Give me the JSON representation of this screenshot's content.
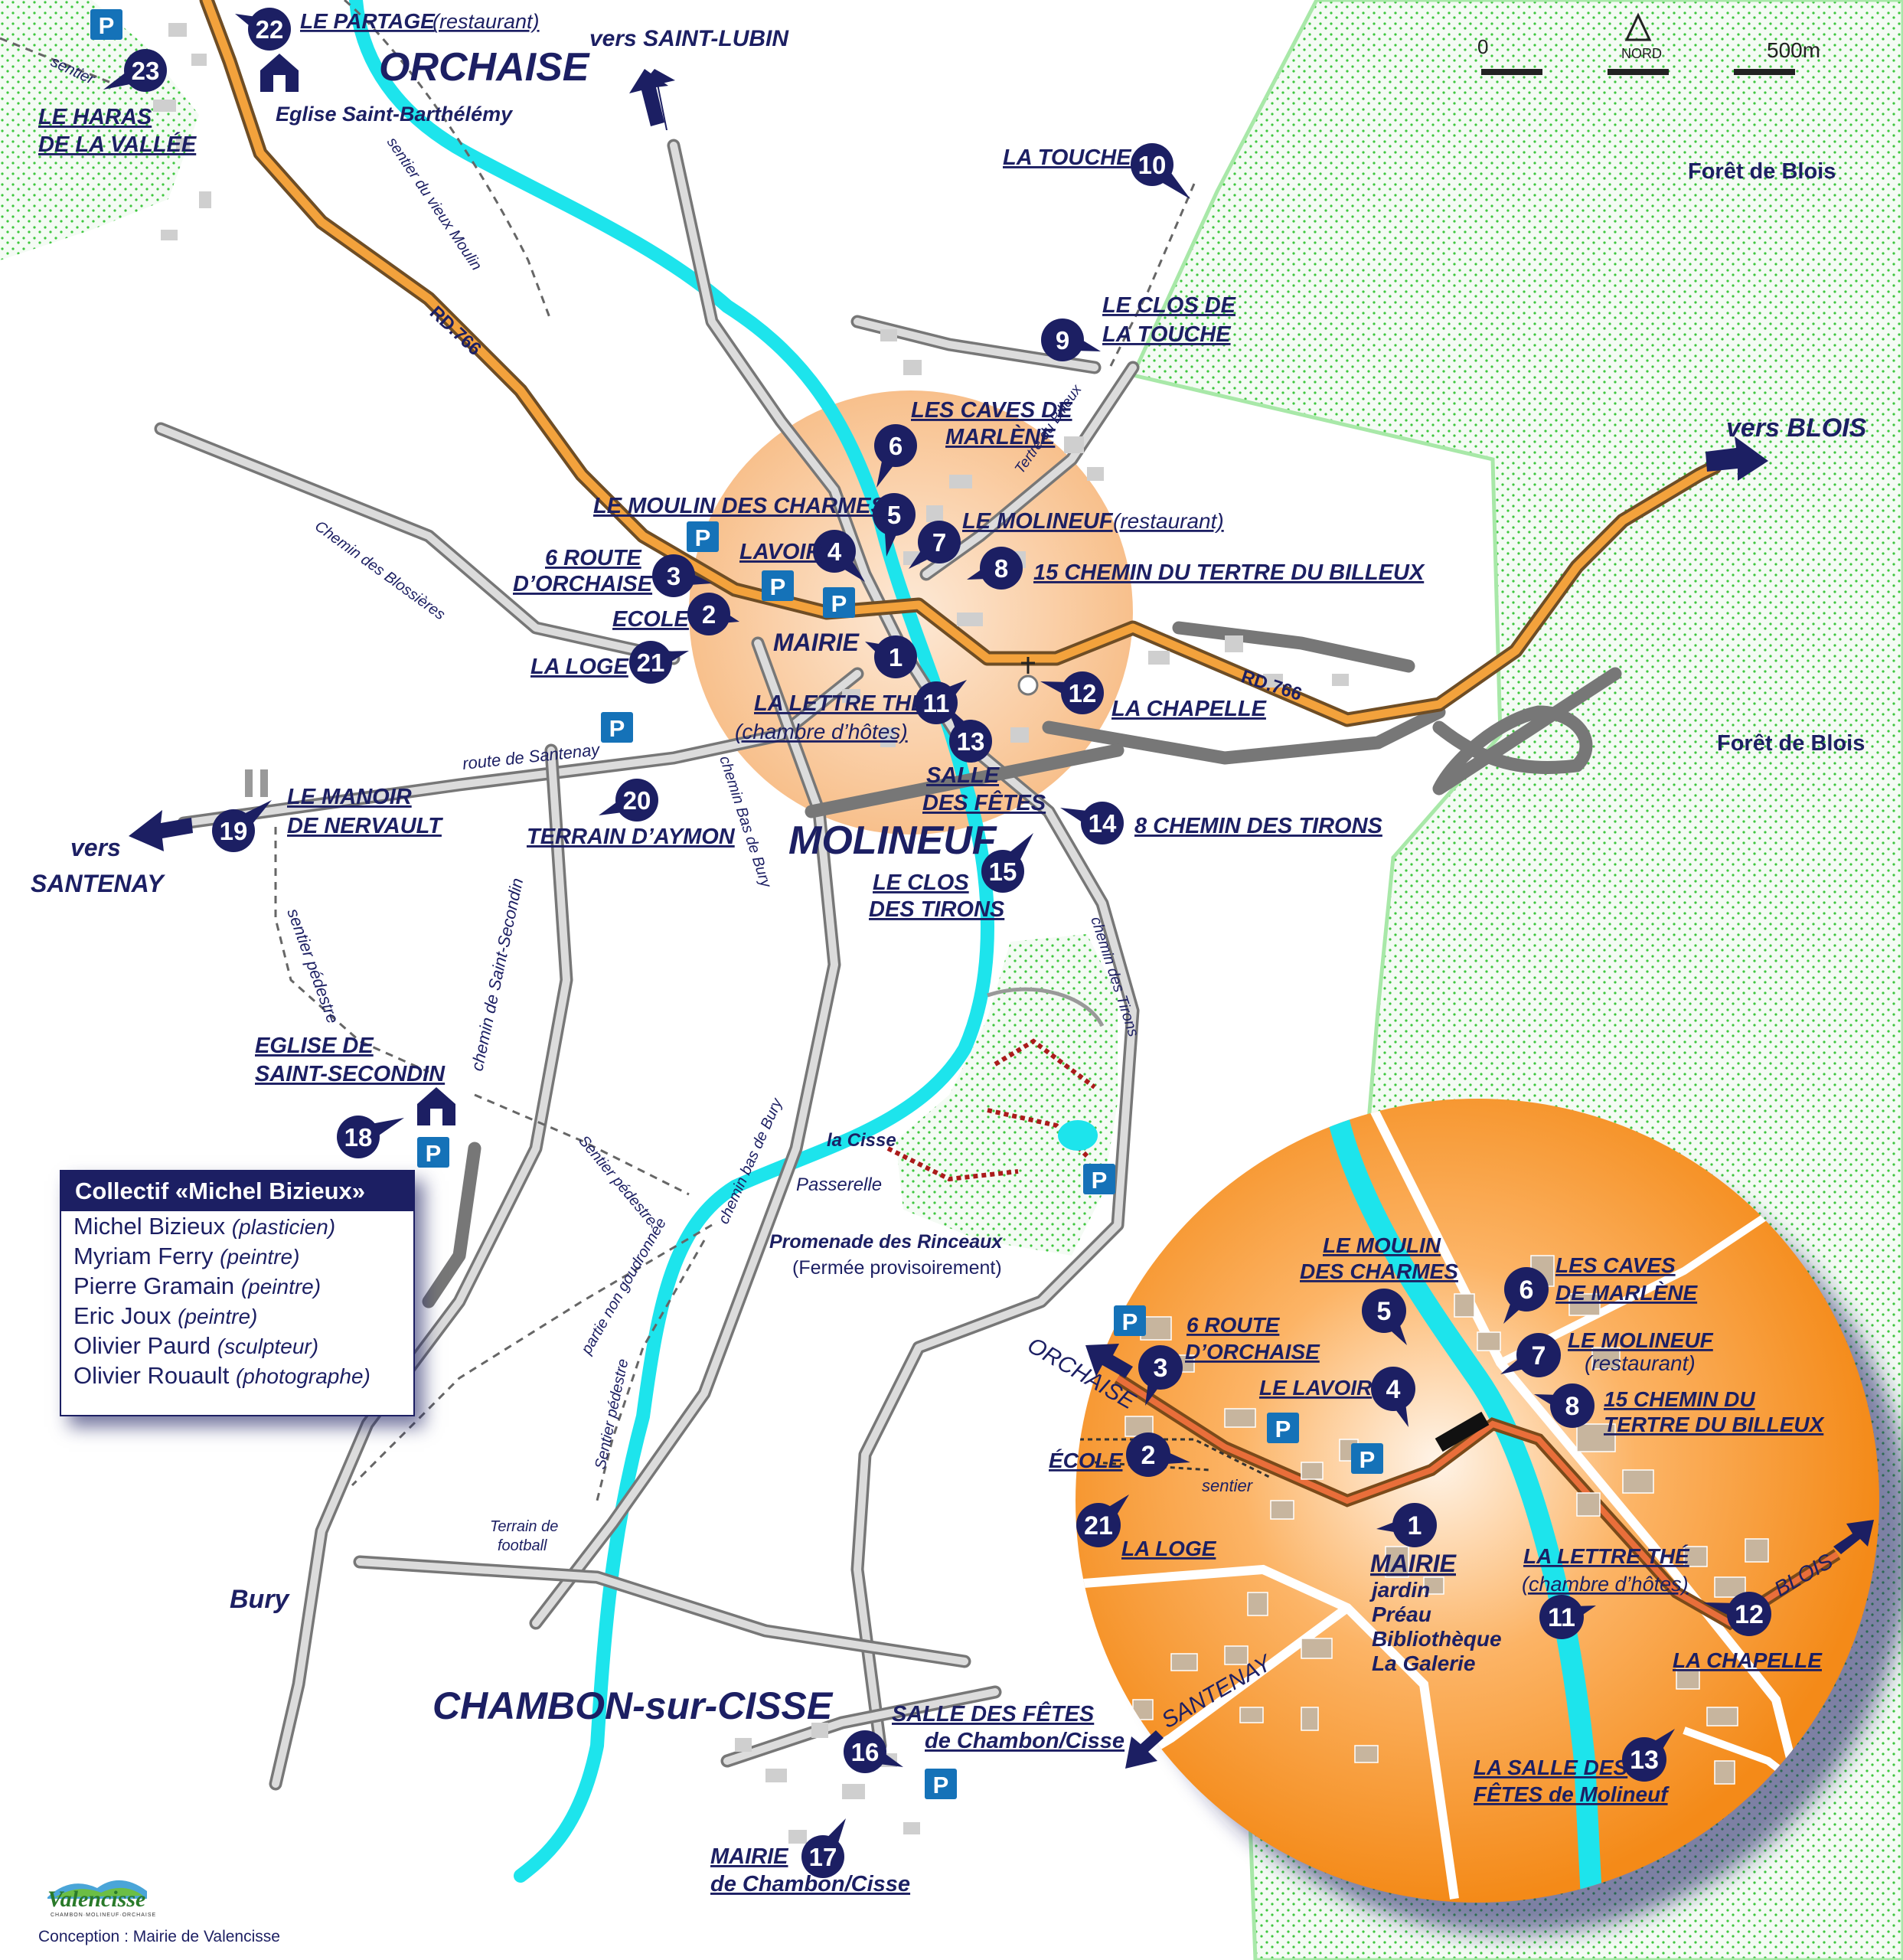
{
  "colors": {
    "navy": "#1c1f63",
    "river": "#1de4ec",
    "forest": "#3ec63e",
    "rd_road": "#f3a23c",
    "zoom_orange": "#f7901e",
    "halo": "#f9c99c",
    "parking": "#1572b8"
  },
  "towns": {
    "orchaise": "ORCHAISE",
    "molineuf": "MOLINEUF",
    "chambon": "CHAMBON-sur-CISSE",
    "bury": "Bury"
  },
  "directions": {
    "saint_lubin": "vers SAINT-LUBIN",
    "blois": "vers BLOIS",
    "santenay_1": "vers",
    "santenay_2": "SANTENAY"
  },
  "forest": {
    "label_1": "Forêt de Blois",
    "label_2": "Forêt de Blois"
  },
  "scale": {
    "zero": "0",
    "north": "NORD",
    "max": "500m"
  },
  "roads": {
    "rd766_a": "RD.766",
    "rd766_b": "RD.766",
    "route_santenay": "route de Santenay",
    "chemin_blossieres": "Chemin des Blossières",
    "sentier_moulin": "sentier du vieux Moulin",
    "sentier_top": "sentier",
    "tertre_billeux": "Tertre du Billeux",
    "chemin_bas_bury_1": "chemin Bas de Bury",
    "chemin_bas_bury_2": "chemin bas de Bury",
    "chemin_tirons": "chemin des Tirons",
    "chemin_st_secondin": "chemin de Saint-Secondin",
    "sentier_pedestre_1": "sentier pédestre",
    "sentier_pedestre_2": "Sentier pédestre",
    "sentier_pedestre_3": "Sentier pédestre",
    "non_goudronnee": "partie non goudronnée",
    "terrain_football_1": "Terrain de",
    "terrain_football_2": "football"
  },
  "river": {
    "la_cisse": "la Cisse",
    "passerelle": "Passerelle",
    "promenade": "Promenade des Rinceaux",
    "promenade_note": "(Fermée provisoirement)"
  },
  "places": [
    {
      "n": "1",
      "label": "MAIRIE"
    },
    {
      "n": "2",
      "label": "ECOLE"
    },
    {
      "n": "3",
      "label": "6  ROUTE",
      "label2": "D’ORCHAISE"
    },
    {
      "n": "4",
      "label": "LAVOIR"
    },
    {
      "n": "5",
      "label": "LE MOULIN DES CHARMES"
    },
    {
      "n": "6",
      "label": "LES CAVES DE",
      "label2": "MARLÈNE"
    },
    {
      "n": "7",
      "label": "LE MOLINEUF",
      "label_note": "(restaurant)"
    },
    {
      "n": "8",
      "label": "15 CHEMIN DU TERTRE DU BILLEUX"
    },
    {
      "n": "9",
      "label": "LE CLOS DE",
      "label2": "LA TOUCHE"
    },
    {
      "n": "10",
      "label": "LA TOUCHE"
    },
    {
      "n": "11",
      "label": "LA LETTRE THÉ",
      "label_note": "(chambre d’hôtes)"
    },
    {
      "n": "12",
      "label": "LA CHAPELLE"
    },
    {
      "n": "13",
      "label": "SALLE",
      "label2": "DES FÊTES"
    },
    {
      "n": "14",
      "label": "8 CHEMIN DES TIRONS"
    },
    {
      "n": "15",
      "label": "LE CLOS",
      "label2": "DES TIRONS"
    },
    {
      "n": "16",
      "label": "SALLE DES FÊTES",
      "label2": "de Chambon/Cisse"
    },
    {
      "n": "17",
      "label": "MAIRIE",
      "label2": "de Chambon/Cisse"
    },
    {
      "n": "18",
      "label": "EGLISE DE",
      "label2": "SAINT-SECONDIN"
    },
    {
      "n": "19",
      "label": "LE MANOIR",
      "label2": "DE NERVAULT"
    },
    {
      "n": "20",
      "label": "TERRAIN D’AYMON"
    },
    {
      "n": "21",
      "label": "LA LOGE"
    },
    {
      "n": "22",
      "label": "LE PARTAGE",
      "label_note": "(restaurant)"
    },
    {
      "n": "23",
      "label": "LE HARAS",
      "label2": "DE LA VALLÉE"
    }
  ],
  "church_orchaise": "Eglise Saint-Barthélémy",
  "parking_label": "P",
  "inset": {
    "orchaise": "ORCHAISE",
    "santenay": "SANTENAY",
    "blois": "BLOIS",
    "sentier": "sentier",
    "p5_1": "LE MOULIN",
    "p5_2": "DES CHARMES",
    "p6_1": "LES CAVES",
    "p6_2": "DE MARLÈNE",
    "p3_1": "6 ROUTE",
    "p3_2": "D’ORCHAISE",
    "p7_1": "LE MOLINEUF",
    "p7_2": "(restaurant)",
    "p4": "LE LAVOIR",
    "p8_1": "15 CHEMIN DU",
    "p8_2": "TERTRE DU BILLEUX",
    "p2": "ÉCOLE",
    "p21": "LA LOGE",
    "p1_1": "MAIRIE",
    "p1_2": "jardin",
    "p1_3": "Préau",
    "p1_4": "Bibliothèque",
    "p1_5": "La Galerie",
    "p11_1": "LA LETTRE THÉ",
    "p11_2": "(chambre d’hôtes)",
    "p12": "LA CHAPELLE",
    "p13_1": "LA SALLE DES",
    "p13_2": "FÊTES de Molineuf"
  },
  "legend": {
    "title": "Collectif «Michel Bizieux»",
    "members": [
      {
        "name": "Michel Bizieux",
        "role": "(plasticien)"
      },
      {
        "name": "Myriam Ferry",
        "role": "(peintre)"
      },
      {
        "name": "Pierre Gramain",
        "role": "(peintre)"
      },
      {
        "name": "Eric Joux",
        "role": "(peintre)"
      },
      {
        "name": "Olivier Paurd",
        "role": "(sculpteur)"
      },
      {
        "name": "Olivier Rouault",
        "role": "(photographe)"
      }
    ]
  },
  "logo": {
    "name": "Valencisse",
    "tagline": "CHAMBON·MOLINEUF·ORCHAISE"
  },
  "credit": "Conception : Mairie de Valencisse"
}
